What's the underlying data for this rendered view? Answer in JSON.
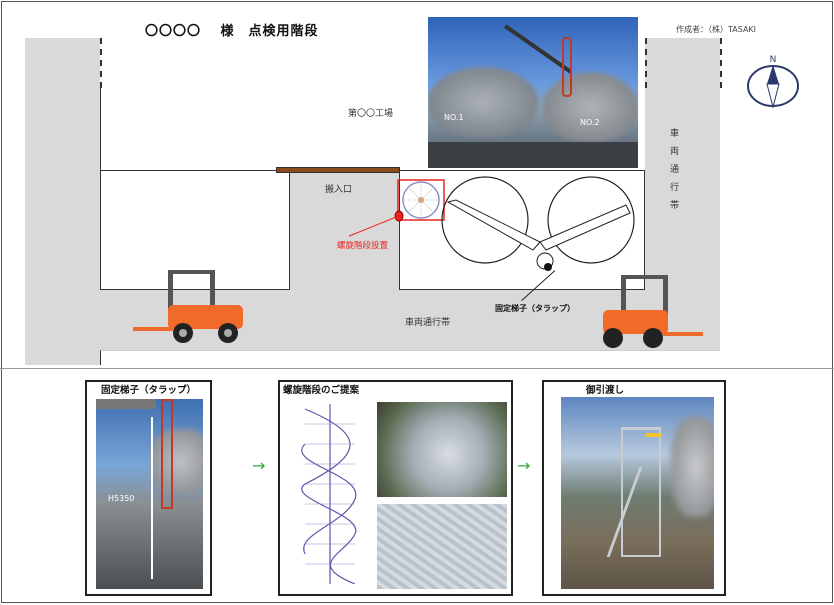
{
  "header": {
    "title": "〇〇〇〇　 様　点検用階段",
    "author": "作成者：（株）TASAKI"
  },
  "compass": {
    "label": "N"
  },
  "map": {
    "factory_label": "第〇〇工場",
    "tank_labels": [
      "NO.1",
      "NO.2"
    ],
    "entrance_label": "搬入口",
    "lane_vertical": "車両通行帯",
    "lane_horizontal": "車両通行帯",
    "spiral_label": "螺旋階段設置",
    "ladder_label": "固定梯子（タラップ）"
  },
  "panels": [
    {
      "title": "固定梯子（タラップ）",
      "height_label": "H5350"
    },
    {
      "title": "螺旋階段のご提案"
    },
    {
      "title": "御引渡し"
    }
  ],
  "arrows": [
    "→",
    "→"
  ],
  "colors": {
    "accent_red": "#e8231f",
    "arrow_green": "#2fae3c",
    "door_brown": "#8b4a1c",
    "forklift_orange": "#f06a2a"
  }
}
